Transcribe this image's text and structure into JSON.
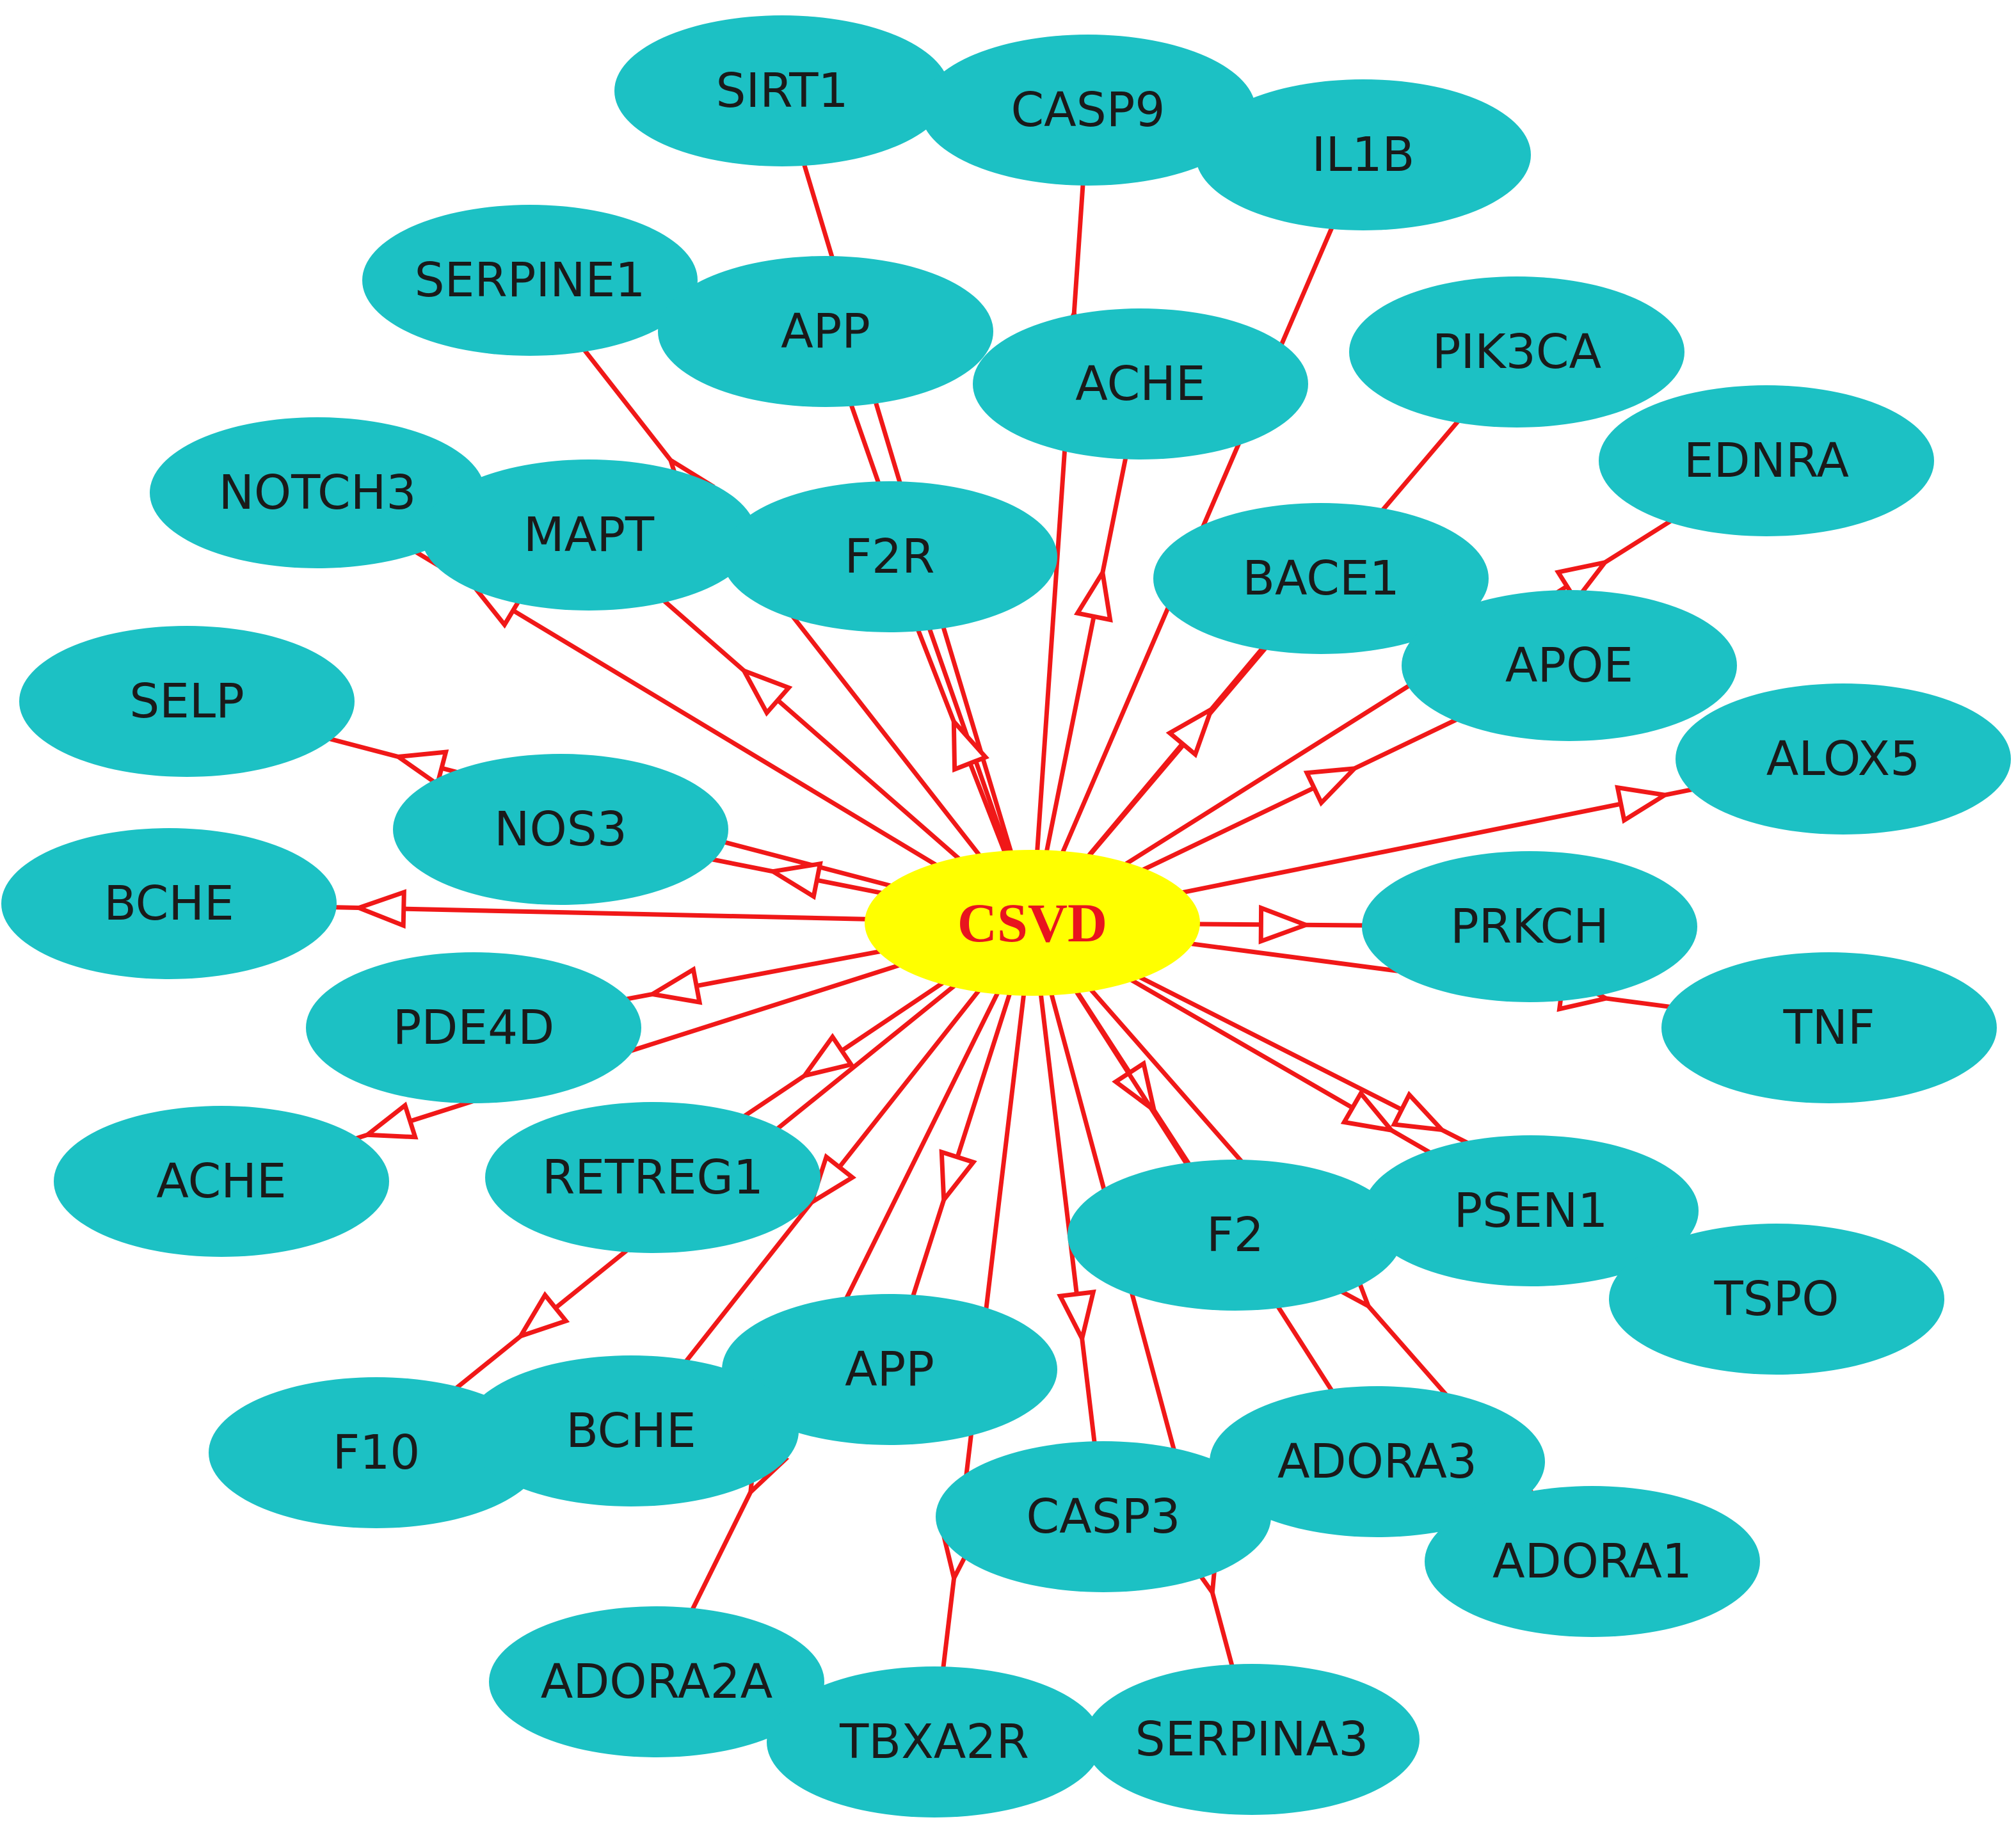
{
  "colors": {
    "node": "#1cc1c4",
    "center": "#ffff00",
    "edge": "#f01818",
    "center_text": "#e8141e"
  },
  "center": {
    "label": "CSVD"
  },
  "nodes": [
    {
      "id": "sirt1",
      "label": "SIRT1"
    },
    {
      "id": "casp9",
      "label": "CASP9"
    },
    {
      "id": "il1b",
      "label": "IL1B"
    },
    {
      "id": "serpine1",
      "label": "SERPINE1"
    },
    {
      "id": "app_top",
      "label": "APP"
    },
    {
      "id": "ache_top",
      "label": "ACHE"
    },
    {
      "id": "pik3ca",
      "label": "PIK3CA"
    },
    {
      "id": "ednra",
      "label": "EDNRA"
    },
    {
      "id": "notch3",
      "label": "NOTCH3"
    },
    {
      "id": "mapt",
      "label": "MAPT"
    },
    {
      "id": "f2r",
      "label": "F2R"
    },
    {
      "id": "bace1",
      "label": "BACE1"
    },
    {
      "id": "apoe",
      "label": "APOE"
    },
    {
      "id": "selp",
      "label": "SELP"
    },
    {
      "id": "alox5",
      "label": "ALOX5"
    },
    {
      "id": "nos3",
      "label": "NOS3"
    },
    {
      "id": "bche_left",
      "label": "BCHE"
    },
    {
      "id": "prkch",
      "label": "PRKCH"
    },
    {
      "id": "pde4d",
      "label": "PDE4D"
    },
    {
      "id": "tnf",
      "label": "TNF"
    },
    {
      "id": "ache_left",
      "label": "ACHE"
    },
    {
      "id": "retreg1",
      "label": "RETREG1"
    },
    {
      "id": "f2",
      "label": "F2"
    },
    {
      "id": "psen1",
      "label": "PSEN1"
    },
    {
      "id": "tspo",
      "label": "TSPO"
    },
    {
      "id": "app_bottom",
      "label": "APP"
    },
    {
      "id": "f10",
      "label": "F10"
    },
    {
      "id": "bche_bottom",
      "label": "BCHE"
    },
    {
      "id": "adora3",
      "label": "ADORA3"
    },
    {
      "id": "casp3",
      "label": "CASP3"
    },
    {
      "id": "adora1",
      "label": "ADORA1"
    },
    {
      "id": "adora2a",
      "label": "ADORA2A"
    },
    {
      "id": "tbxa2r",
      "label": "TBXA2R"
    },
    {
      "id": "serpina3",
      "label": "SERPINA3"
    }
  ],
  "edges": [
    {
      "from": "CSVD",
      "to": "sirt1"
    },
    {
      "from": "CSVD",
      "to": "casp9"
    },
    {
      "from": "CSVD",
      "to": "il1b"
    },
    {
      "from": "CSVD",
      "to": "serpine1"
    },
    {
      "from": "CSVD",
      "to": "app_top"
    },
    {
      "from": "CSVD",
      "to": "ache_top"
    },
    {
      "from": "CSVD",
      "to": "pik3ca"
    },
    {
      "from": "CSVD",
      "to": "ednra"
    },
    {
      "from": "CSVD",
      "to": "notch3"
    },
    {
      "from": "CSVD",
      "to": "mapt"
    },
    {
      "from": "CSVD",
      "to": "f2r"
    },
    {
      "from": "CSVD",
      "to": "bace1"
    },
    {
      "from": "CSVD",
      "to": "apoe"
    },
    {
      "from": "CSVD",
      "to": "selp"
    },
    {
      "from": "CSVD",
      "to": "alox5"
    },
    {
      "from": "CSVD",
      "to": "nos3"
    },
    {
      "from": "CSVD",
      "to": "bche_left"
    },
    {
      "from": "CSVD",
      "to": "prkch"
    },
    {
      "from": "CSVD",
      "to": "pde4d"
    },
    {
      "from": "CSVD",
      "to": "tnf"
    },
    {
      "from": "CSVD",
      "to": "ache_left"
    },
    {
      "from": "CSVD",
      "to": "retreg1"
    },
    {
      "from": "CSVD",
      "to": "f2"
    },
    {
      "from": "CSVD",
      "to": "psen1"
    },
    {
      "from": "CSVD",
      "to": "tspo"
    },
    {
      "from": "CSVD",
      "to": "app_bottom"
    },
    {
      "from": "CSVD",
      "to": "f10"
    },
    {
      "from": "CSVD",
      "to": "bche_bottom"
    },
    {
      "from": "CSVD",
      "to": "adora3"
    },
    {
      "from": "CSVD",
      "to": "casp3"
    },
    {
      "from": "CSVD",
      "to": "adora1"
    },
    {
      "from": "CSVD",
      "to": "adora2a"
    },
    {
      "from": "CSVD",
      "to": "tbxa2r"
    },
    {
      "from": "CSVD",
      "to": "serpina3"
    }
  ]
}
